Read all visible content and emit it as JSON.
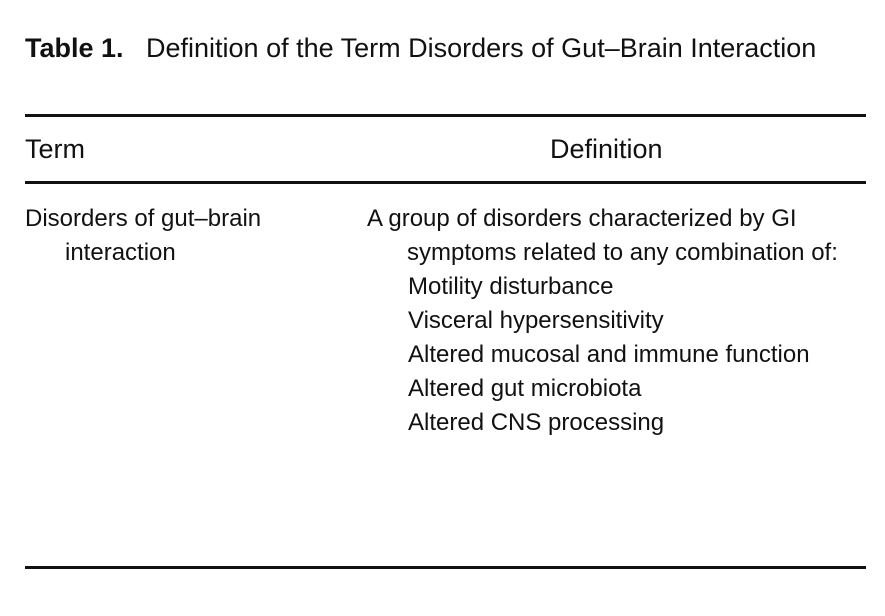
{
  "caption": {
    "label": "Table 1.",
    "title": "Definition of the Term Disorders of Gut–Brain Interaction"
  },
  "columns": {
    "term": "Term",
    "definition": "Definition"
  },
  "rows": [
    {
      "term": "Disorders of gut–brain interaction",
      "definition_intro": "A group of disorders characterized by GI symptoms related to any combination of:",
      "definition_items": [
        "Motility disturbance",
        "Visceral hypersensitivity",
        "Altered mucosal and immune function",
        "Altered gut microbiota",
        "Altered CNS processing"
      ]
    }
  ]
}
